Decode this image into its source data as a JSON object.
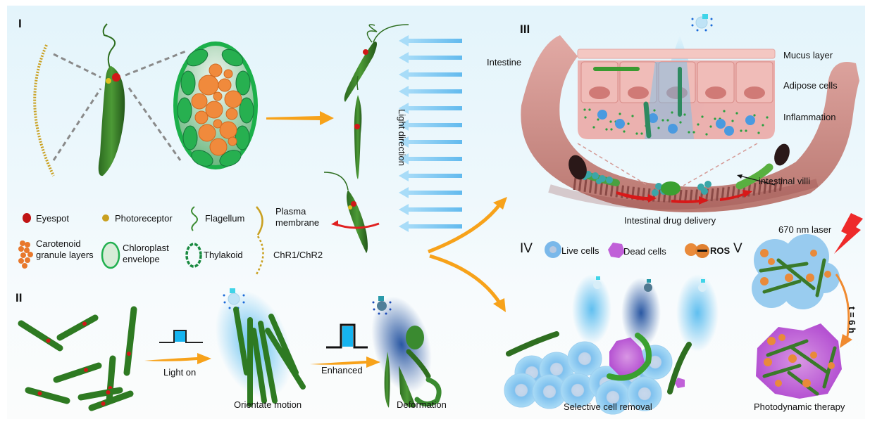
{
  "panels": {
    "I": {
      "label": "I",
      "legend": [
        {
          "icon": "eyespot-icon",
          "text": "Eyespot"
        },
        {
          "icon": "photoreceptor-icon",
          "text": "Photoreceptor"
        },
        {
          "icon": "flagellum-icon",
          "text": "Flagellum"
        },
        {
          "icon": "plasma-membrane-icon",
          "text_lines": [
            "Plasma",
            "membrane"
          ]
        },
        {
          "icon": "carotenoid-granule-icon",
          "text_lines": [
            "Carotenoid",
            "granule layers"
          ]
        },
        {
          "icon": "chloroplast-envelope-icon",
          "text_lines": [
            "Chloroplast",
            "envelope"
          ]
        },
        {
          "icon": "thylakoid-icon",
          "text": "Thylakoid"
        },
        {
          "icon": "chr-channel-icon",
          "text": "ChR1/ChR2"
        }
      ],
      "light_direction_label": "Light direction"
    },
    "II": {
      "label": "II",
      "step1_label": "Light on",
      "step2_label": "Enhanced",
      "caption_orient": "Orientate motion",
      "caption_deform": "Deformation"
    },
    "III": {
      "label": "III",
      "intestine_label": "Intestine",
      "mucus_label": "Mucus layer",
      "adipose_label": "Adipose cells",
      "inflammation_label": "Inflammation",
      "villi_label": "intestinal villi",
      "caption": "Intestinal drug delivery"
    },
    "IV": {
      "label": "IV",
      "legend_live": "Live cells",
      "legend_dead": "Dead cells",
      "legend_ros": "ROS",
      "caption": "Selective cell removal"
    },
    "V": {
      "label": "V",
      "laser_label": "670 nm laser",
      "time_label": "t = 6 h",
      "caption": "Photodynamic therapy"
    }
  },
  "colors": {
    "euglena_green": "#3f8a2e",
    "eyespot_red": "#d01818",
    "photoreceptor_yellow": "#d8b020",
    "arrow_orange": "#f7a21a",
    "light_blue": "#6cc4f0",
    "intestine_pink": "#d99a95",
    "dead_cell_purple": "#c060d8",
    "live_cell_blue": "#8cc8ee",
    "ros_orange": "#e98a3a"
  }
}
